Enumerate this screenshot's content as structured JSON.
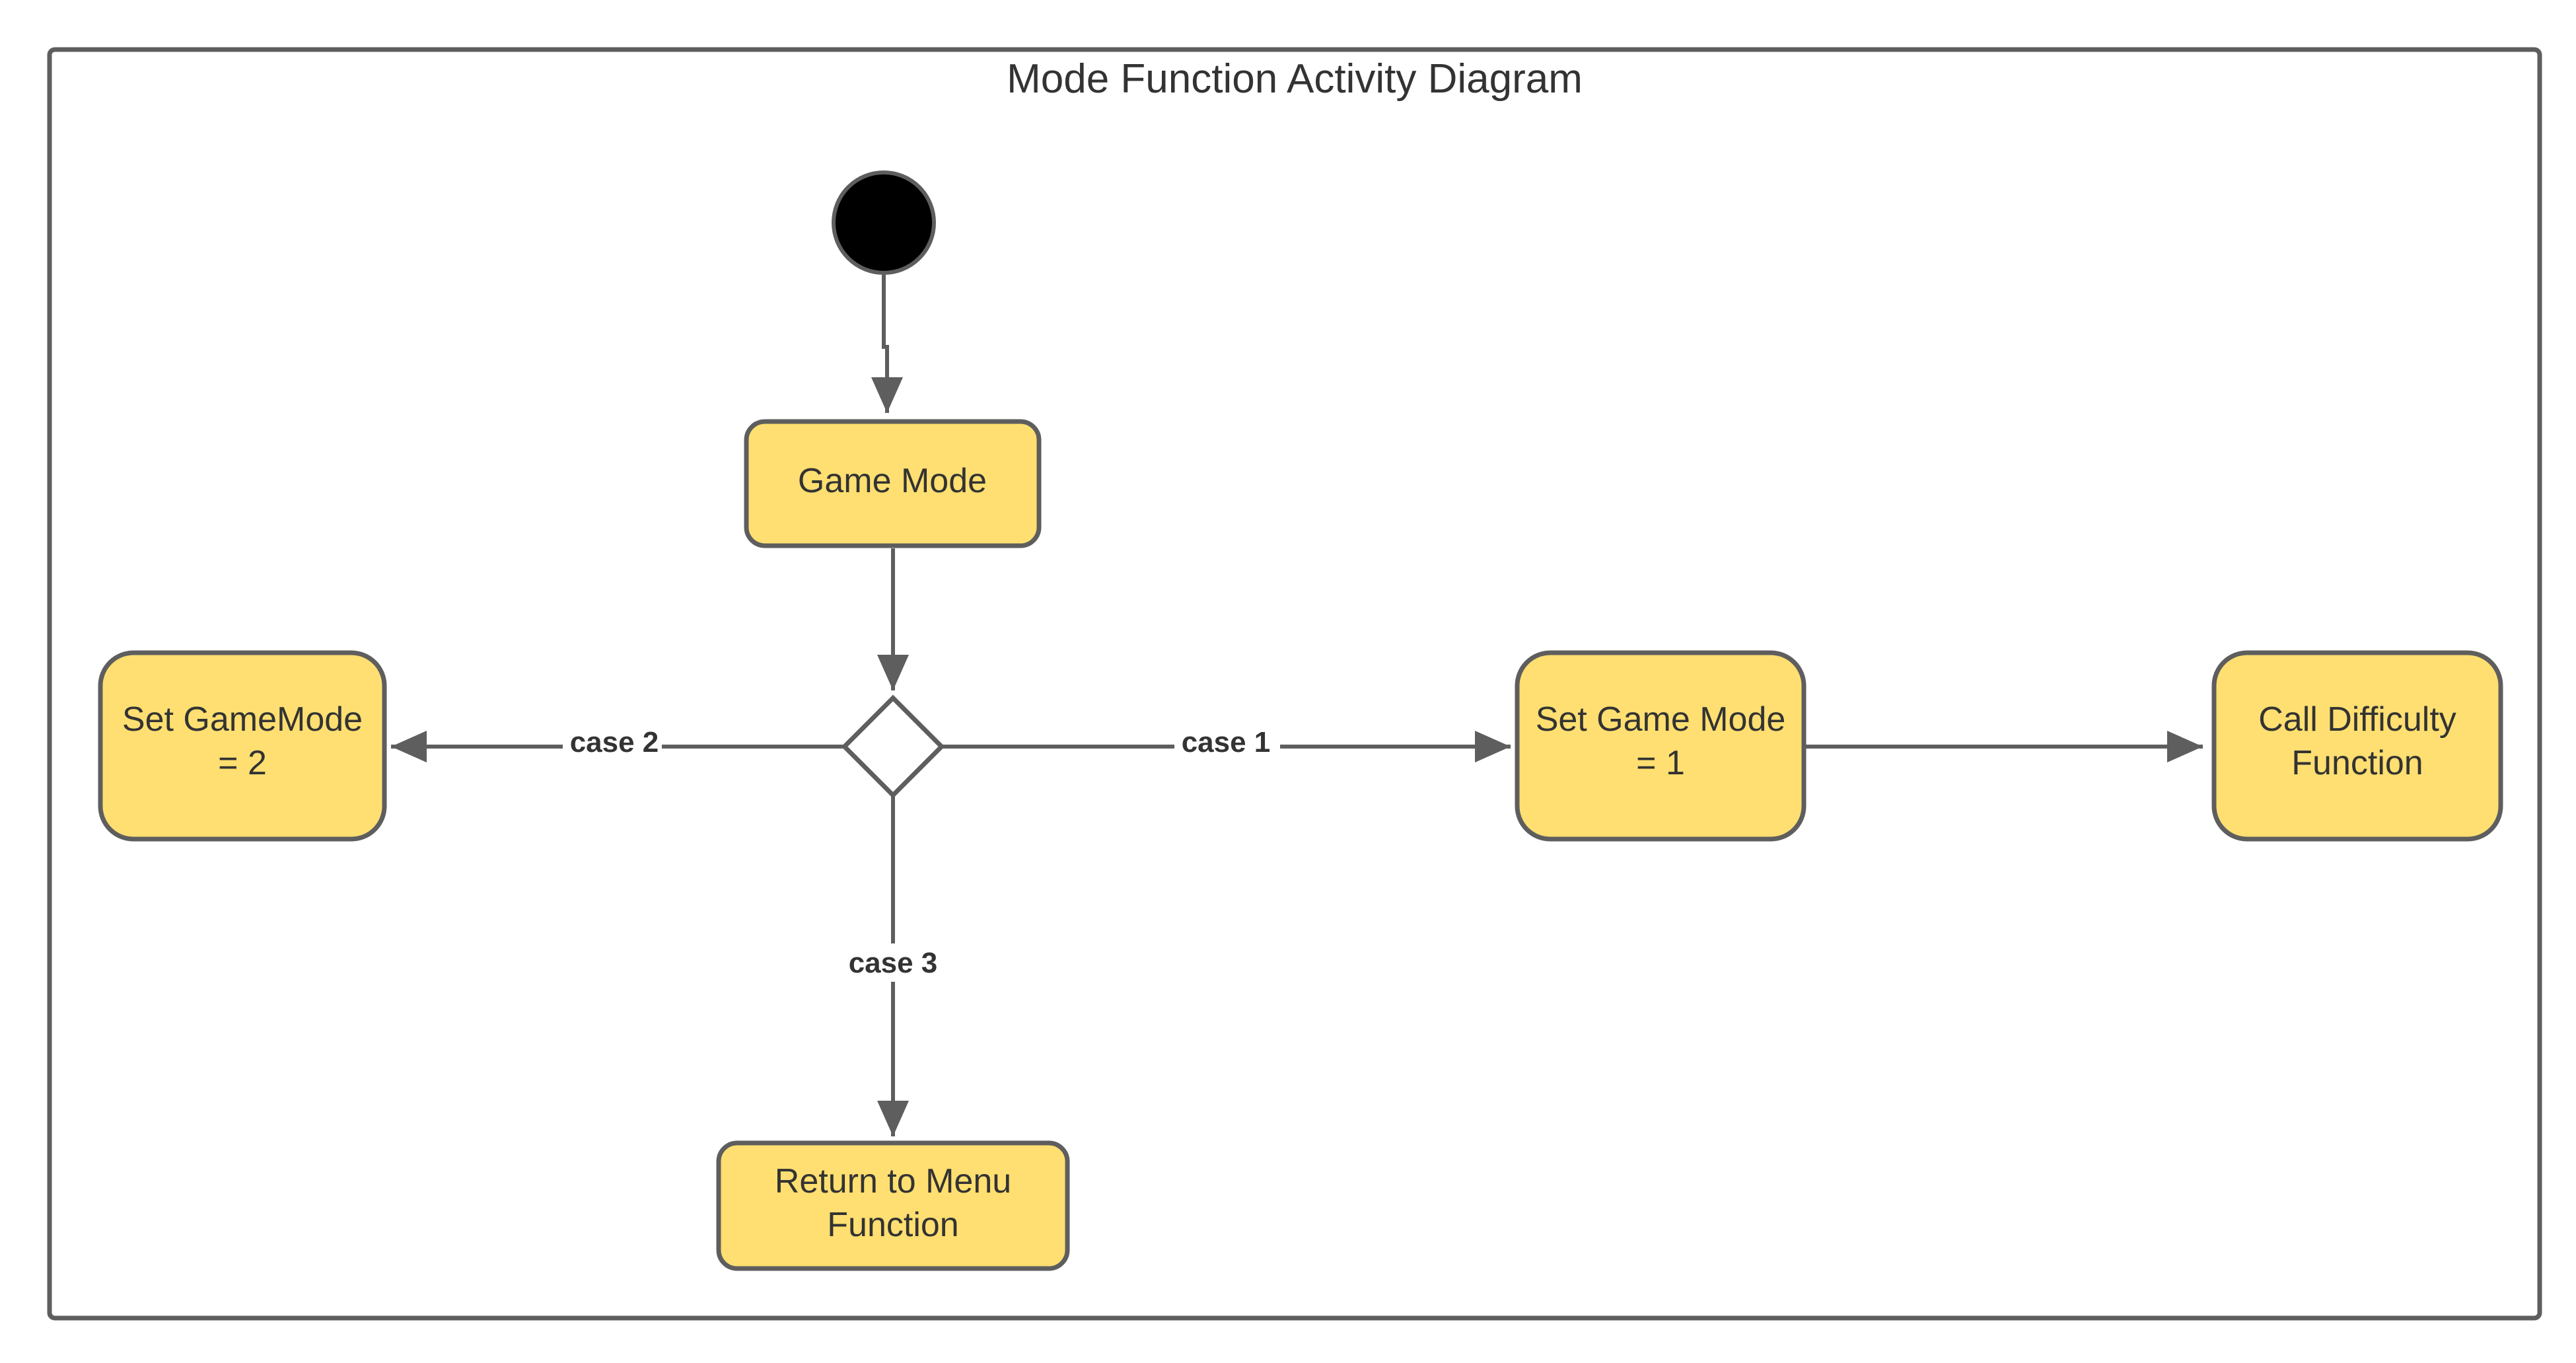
{
  "title": "Mode Function Activity Diagram",
  "colors": {
    "action_fill": "#FFDF71",
    "stroke": "#5E5E5E",
    "initial_node": "#000000",
    "decision_fill": "#FFFFFF",
    "text": "#333333",
    "frame": "#5E5E5E"
  },
  "nodes": {
    "initial": {
      "label": ""
    },
    "game_mode": {
      "lines": [
        "Game Mode"
      ]
    },
    "decision": {
      "label": ""
    },
    "set_gamemode_2": {
      "lines": [
        "Set GameMode",
        "= 2"
      ]
    },
    "set_game_mode_1": {
      "lines": [
        "Set Game Mode",
        "= 1"
      ]
    },
    "call_difficulty": {
      "lines": [
        "Call Difficulty",
        "Function"
      ]
    },
    "return_menu": {
      "lines": [
        "Return to Menu",
        "Function"
      ]
    }
  },
  "edges": {
    "case_1": "case 1",
    "case_2": "case 2",
    "case_3": "case 3"
  }
}
